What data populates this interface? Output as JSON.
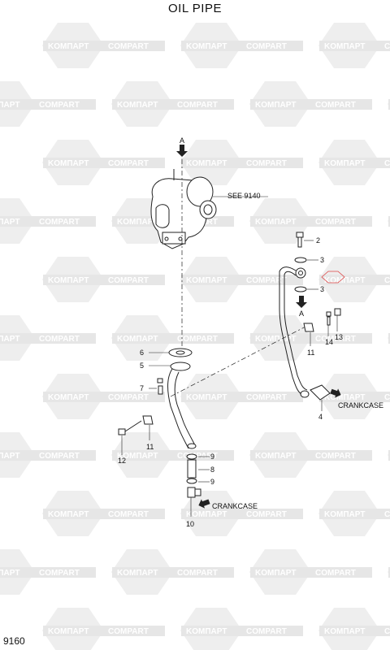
{
  "title": "OIL PIPE",
  "page_number": "9160",
  "watermark": {
    "brand_a": "KOMПAPT",
    "brand_b": "COMPART"
  },
  "callouts": {
    "see": "SEE 9140",
    "crankcase_top": "CRANKCASE",
    "crankcase_bottom": "CRANKCASE",
    "arrow_a_top": "A",
    "arrow_a_mid": "A",
    "p2": "2",
    "p3a": "3",
    "p3b": "3",
    "p4": "4",
    "p5": "5",
    "p6": "6",
    "p7": "7",
    "p8": "8",
    "p9a": "9",
    "p9b": "9",
    "p10": "10",
    "p11a": "11",
    "p11b": "11",
    "p12": "12",
    "p13": "13",
    "p14": "14"
  }
}
